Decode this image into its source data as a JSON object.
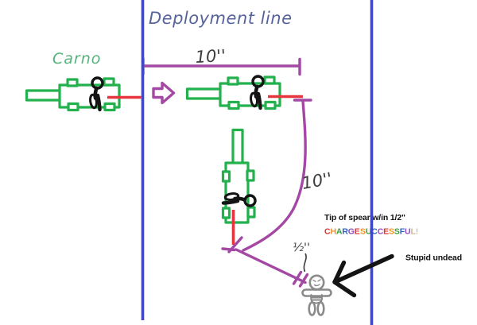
{
  "colors": {
    "deployment_blue": "#3f48c0",
    "chariot_green": "#22b14c",
    "spear_red": "#e8343c",
    "measure_purple": "#a349a4",
    "ink_black": "#141414",
    "undead_gray": "#8a8a8a",
    "handwriting_blue": "#56639b",
    "handwriting_green": "#55b47b",
    "handwriting_gray": "#3d3d3d"
  },
  "labels": {
    "deployment_line": "Deployment line",
    "unit_name": "Carno",
    "move_distance": "10''",
    "charge_distance": "10''",
    "half_inch": "½''",
    "tip_note": "Tip of spear w/in 1/2\"",
    "undead_label": "Stupid undead"
  },
  "charge_result": {
    "word1": [
      {
        "ch": "C",
        "color": "#e0322c"
      },
      {
        "ch": "H",
        "color": "#f19021"
      },
      {
        "ch": "A",
        "color": "#36a13c"
      },
      {
        "ch": "R",
        "color": "#2b5fc2"
      },
      {
        "ch": "G",
        "color": "#8f4bbf"
      },
      {
        "ch": "E",
        "color": "#e0322c"
      }
    ],
    "word2": [
      {
        "ch": "S",
        "color": "#f19021"
      },
      {
        "ch": "U",
        "color": "#36a13c"
      },
      {
        "ch": "C",
        "color": "#2b5fc2"
      },
      {
        "ch": "C",
        "color": "#8f4bbf"
      },
      {
        "ch": "E",
        "color": "#e0322c"
      },
      {
        "ch": "S",
        "color": "#f19021"
      },
      {
        "ch": "S",
        "color": "#36a13c"
      },
      {
        "ch": "F",
        "color": "#2b5fc2"
      },
      {
        "ch": "U",
        "color": "#8f4bbf"
      },
      {
        "ch": "L",
        "color": "#cdb98d"
      },
      {
        "ch": "!",
        "color": "#c2c2c2"
      }
    ]
  }
}
